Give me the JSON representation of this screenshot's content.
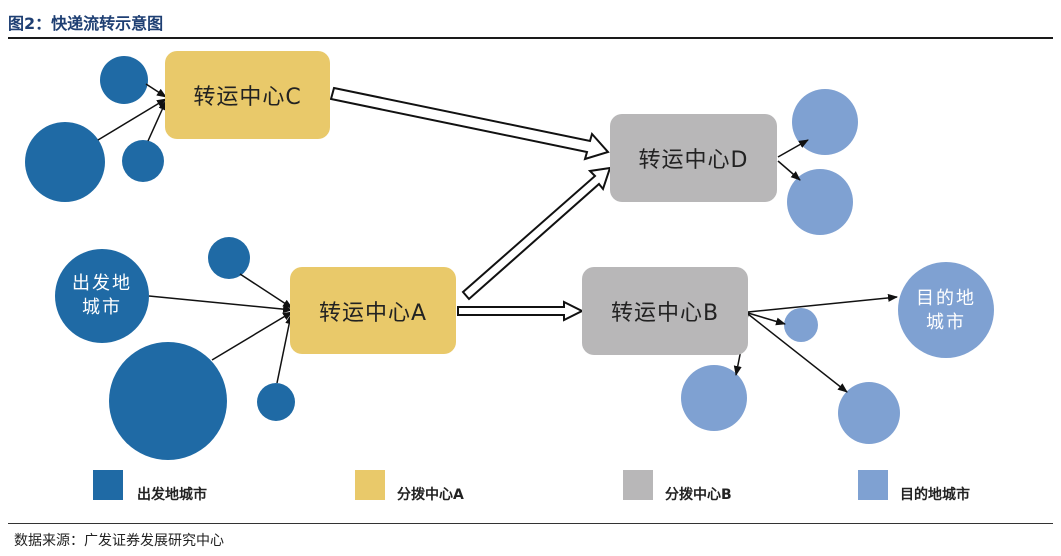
{
  "figure": {
    "title": "图2：快递流转示意图",
    "source": "数据来源：广发证券发展研究中心"
  },
  "colors": {
    "origin": "#1f6aa5",
    "destination": "#7fa1d2",
    "hub_a_c": "#e9c96a",
    "hub_b_d": "#b8b7b8"
  },
  "hubs": {
    "c": "转运中心C",
    "a": "转运中心A",
    "d": "转运中心D",
    "b": "转运中心B"
  },
  "cities": {
    "origin": "出发地\n城市",
    "destination": "目的地\n城市"
  },
  "legend": {
    "origin": "出发地城市",
    "hub_a": "分拨中心A",
    "hub_b": "分拨中心B",
    "destination": "目的地城市"
  }
}
